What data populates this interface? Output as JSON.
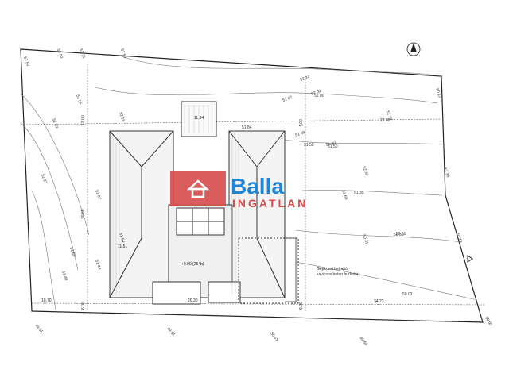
{
  "plan": {
    "spot_heights": [
      "52 50",
      "52 00",
      "52 75",
      "52 50",
      "52 24",
      "52 00",
      "51 67",
      "52 18",
      "51 84",
      "51 69",
      "51 80",
      "52 32",
      "51 87",
      "51 63",
      "51 68",
      "51 44",
      "51 40",
      "50 72",
      "50 50",
      "50 31",
      "50 12",
      "51 35",
      "51 50",
      "50 02",
      "49 51",
      "49 61",
      "49 64",
      "50 15",
      "50 50",
      "52 27",
      "52 50",
      "51 54",
      "52 55",
      "51 79"
    ],
    "contour_labels": [
      "51 50",
      "51 35",
      "50 50",
      "52 00"
    ],
    "dimensions": [
      "20.30",
      "34.23",
      "10.70",
      "22.00",
      "6.00",
      "12.00",
      "30.69",
      "4.00",
      "6.00"
    ],
    "room_labels": [
      "11.34",
      "11.51",
      "+0.00 (254b)"
    ],
    "driveway_label": "Gépkocsi behajtó",
    "driveway_sub": "kavicsos beton burkolat"
  },
  "watermark": {
    "brand": "Balla",
    "sub": "INGATLAN",
    "red": "#d64a4a",
    "blue": "#1f86d6"
  }
}
